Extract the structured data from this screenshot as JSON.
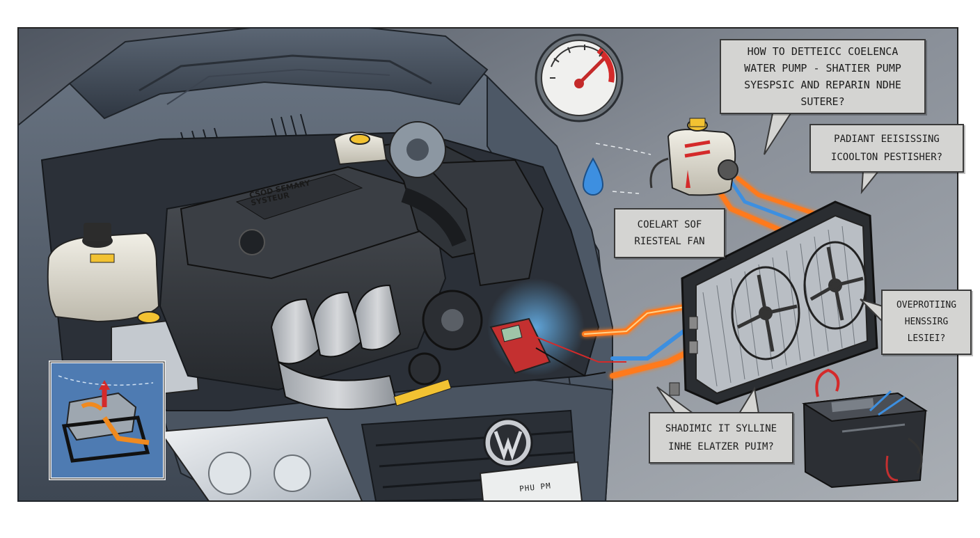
{
  "callouts": {
    "pump_question": [
      "HOW TO DETTEICC COELENCA",
      "WATER PUMP - SHATIER PUMP",
      "SYESPSIC AND REPARIN NDHE",
      "SUTERE?"
    ],
    "radiant": [
      "PADIANT EEISISSING",
      "ICOOLTON PESTISHER?"
    ],
    "coolant_fan": [
      "COELART SOF",
      "RIESTEAL FAN"
    ],
    "overprotiing": [
      "OVEPROTIING",
      "HENSSIRG",
      "LESIEI?"
    ],
    "shadimic": [
      "SHADIMIC IT SYLLINE",
      "INHE ELATZER PUIM?"
    ]
  },
  "engine_cover_text": [
    "CSOD SEMARY",
    "SYSTEUR"
  ],
  "license_plate_text": "PHU PM",
  "colors": {
    "hot_coolant": "#ff7a1a",
    "cool_coolant": "#3d8fe0",
    "warning_red": "#d42a2a",
    "cap_yellow": "#f2c232",
    "body_gray": "#566170",
    "callout_bg": "#d4d4d2"
  },
  "icons": [
    "temperature-gauge-icon",
    "water-drop-icon",
    "multimeter-icon",
    "battery-toolbox-icon",
    "car-emblem-icon"
  ]
}
